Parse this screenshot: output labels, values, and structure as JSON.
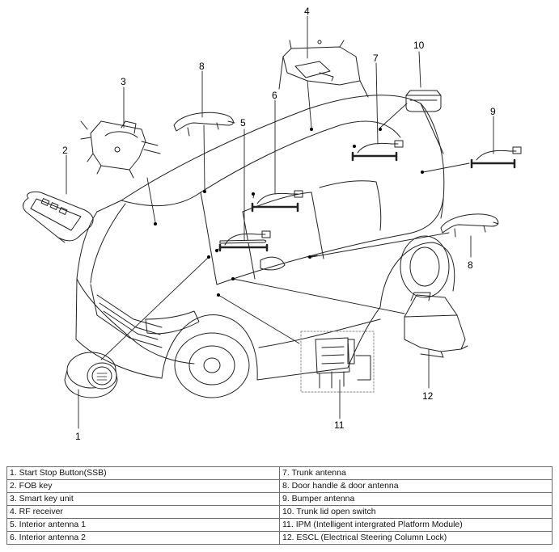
{
  "callouts": [
    "1",
    "2",
    "3",
    "4",
    "5",
    "6",
    "7",
    "8",
    "9",
    "10",
    "11",
    "12"
  ],
  "legend": {
    "left": [
      "1. Start Stop Button(SSB)",
      "2. FOB key",
      "3. Smart key unit",
      "4. RF receiver",
      "5. Interior antenna 1",
      "6. Interior antenna 2"
    ],
    "right": [
      "7. Trunk antenna",
      "8. Door handle & door antenna",
      "9. Bumper antenna",
      "10. Trunk lid open switch",
      "11. IPM (Intelligent intergrated Platform Module)",
      "12. ESCL (Electrical Steering Column Lock)"
    ]
  }
}
